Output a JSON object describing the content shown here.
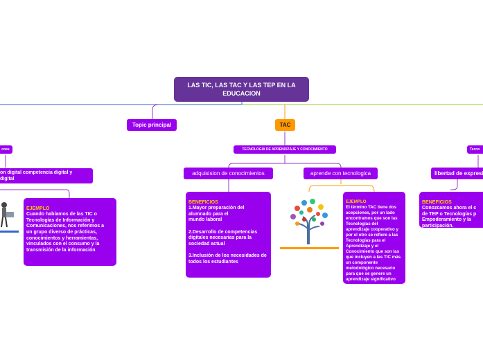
{
  "root": {
    "title": "LAS TIC, LAS TAC Y LAS TEP EN LA EDUCACION"
  },
  "colors": {
    "root": "#663399",
    "node": "#9900ee",
    "tac": "#ff9900",
    "line_purple": "#9933cc",
    "line_green": "#99cc33",
    "line_blue": "#3366cc",
    "line_orange": "#ff9900",
    "highlight": "#ffcc00"
  },
  "left": {
    "partial_label": "ones",
    "competencia": "on digital competencia digital y\ndigital",
    "ejemplo_header": "EJEMPLO",
    "ejemplo_text": " Cuando hablamos de las TIC o Tecnologías de Información y Comunicaciones, nos referimos a\nun grupo diverso de prácticas, conocimientos y herramientas, vinculados con el consumo y la transmisión de la información"
  },
  "topic_principal": "Topic principal",
  "tac": {
    "label": "TAC",
    "subtitle": "TECNOLOGIA DE APRENDIZAJE Y CONOCIMIENTO",
    "adquisicion": "adquisision de conocimientos",
    "aprende": "aprende con tecnologica",
    "beneficios_header": "BENEFICIOS",
    "beneficios_text": "1.Mayor preparación del alumnado para el\nmundo laboral\n\n2.Desarrollo de competencias digitales necesarias para la sociedad actual\n\n3.Inclusión de los necesidades de todos los estudiantes",
    "ejemplo_header": "EJEMPLO",
    "ejemplo_text": "El término TAC tiene dos acepciones, por un lado encontramos que son las Tecnologías del aprendizaje cooperativo y por el otro se refiere a las Tecnologías para el Aprendizaje y el Conocimiento que son las que incluyen a las TIC más un componente metodológico necesario para que se genere un aprendizaje significativo"
  },
  "right": {
    "partial_label": "Tecno",
    "libertad": "libertad de expresió",
    "beneficios_header": "BENEFICIOS",
    "beneficios_text": "Conozcamos ahora el c\nde TEP o Tecnologías p\nEmpoderamiento y la\nparticipación."
  }
}
